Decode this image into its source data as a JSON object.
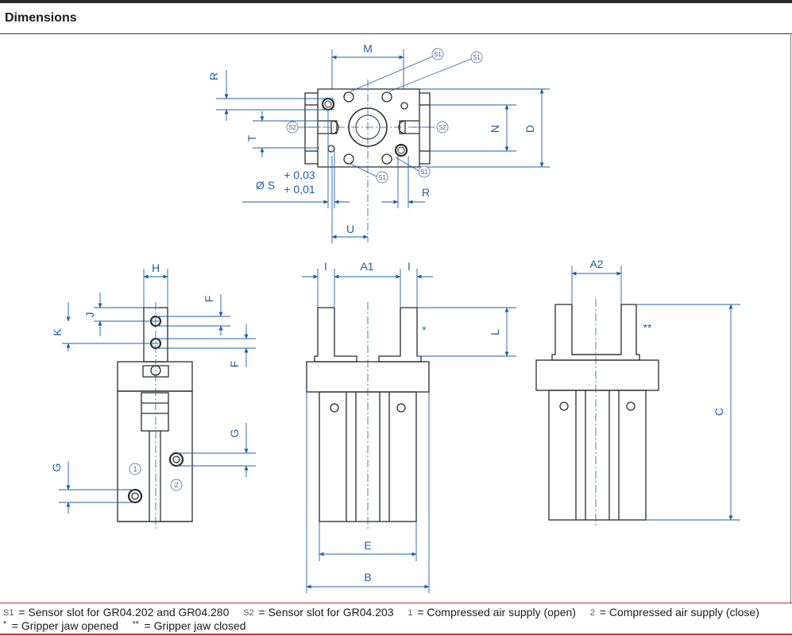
{
  "header": {
    "title": "Dimensions"
  },
  "top_view": {
    "labels": {
      "M": "M",
      "R_left": "R",
      "R_right": "R",
      "N": "N",
      "D": "D",
      "T": "T",
      "U": "U",
      "S1": "S1",
      "S2": "S2",
      "S_dim": "Ø S",
      "tol_upper": "+ 0,03",
      "tol_lower": "+ 0,01"
    }
  },
  "side_view": {
    "labels": {
      "H": "H",
      "K": "K",
      "J": "J",
      "F": "F",
      "G": "G",
      "port1": "1",
      "port2": "2"
    }
  },
  "front_open": {
    "labels": {
      "I": "I",
      "A1": "A1",
      "L": "L",
      "E": "E",
      "B": "B",
      "star": "*"
    }
  },
  "front_closed": {
    "labels": {
      "A2": "A2",
      "C": "C",
      "star2": "**"
    }
  },
  "legend": {
    "s1_symbol": "S1",
    "s1_text": "= Sensor slot for GR04.202 and GR04.280",
    "s2_symbol": "S2",
    "s2_text": "= Sensor slot for GR04.203",
    "p1_symbol": "1",
    "p1_text": "= Compressed air supply (open)",
    "p2_symbol": "2",
    "p2_text": "= Compressed air supply (close)",
    "star1": "*",
    "star1_text": "= Gripper jaw opened",
    "star2": "**",
    "star2_text": "= Gripper jaw closed"
  },
  "colors": {
    "dimension": "#1f5fa8",
    "drawing": "#2b2b2b",
    "accent_line": "#b2342e",
    "callout": "#6b7fa6"
  }
}
